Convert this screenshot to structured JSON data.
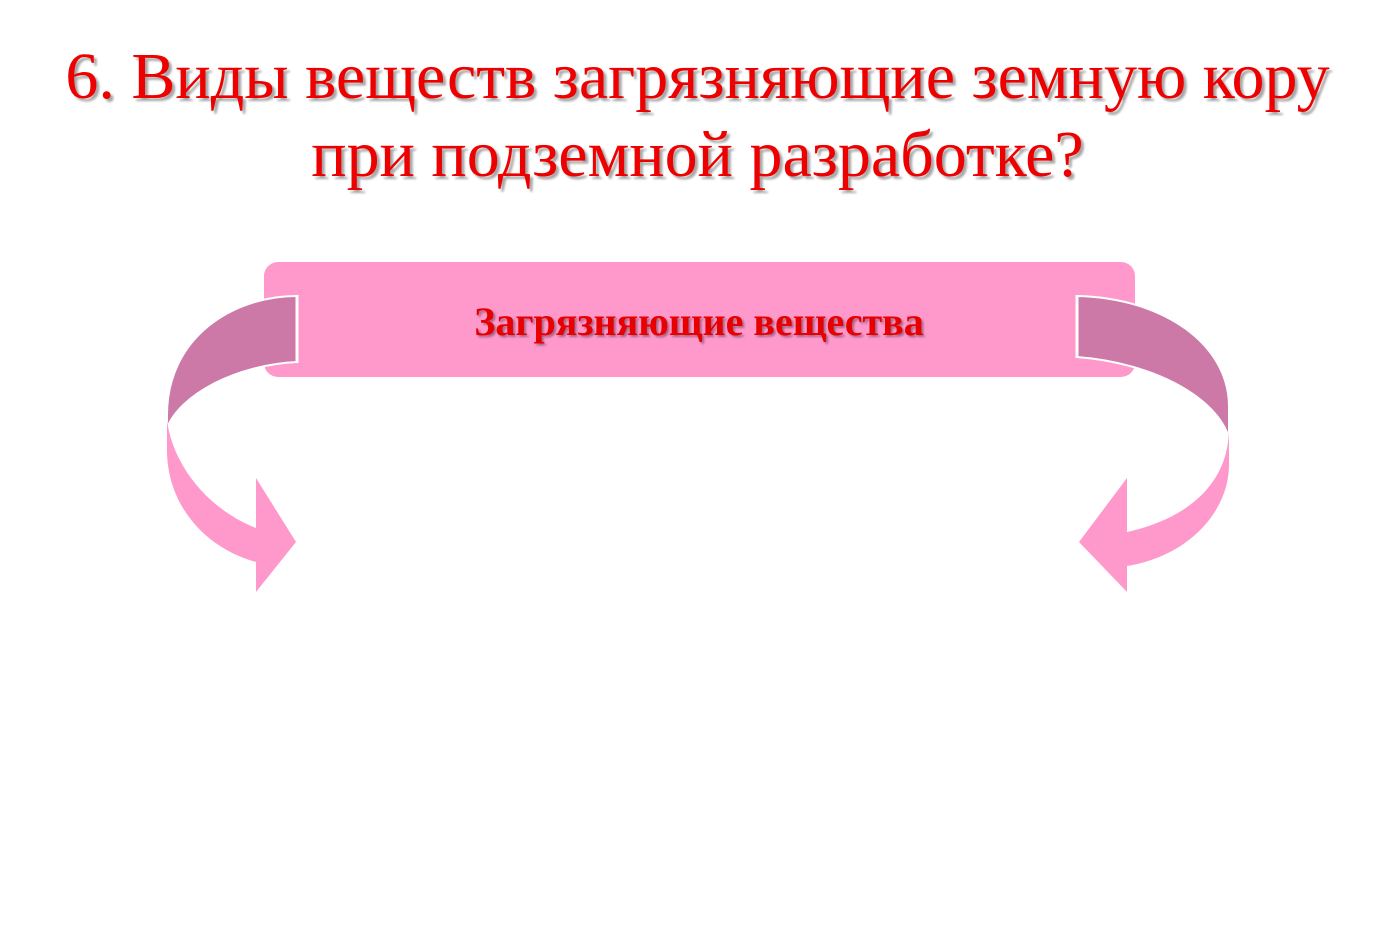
{
  "slide": {
    "title_line1": "6. Виды веществ загрязняющие земную кору",
    "title_line2": "при подземной разработке?"
  },
  "diagram": {
    "banner_label": "Загрязняющие вещества",
    "banner_color": "#ff99cc",
    "arrow_back_color": "#cc79a7",
    "arrow_front_color": "#ff99cc",
    "title_color": "#ee0000"
  }
}
